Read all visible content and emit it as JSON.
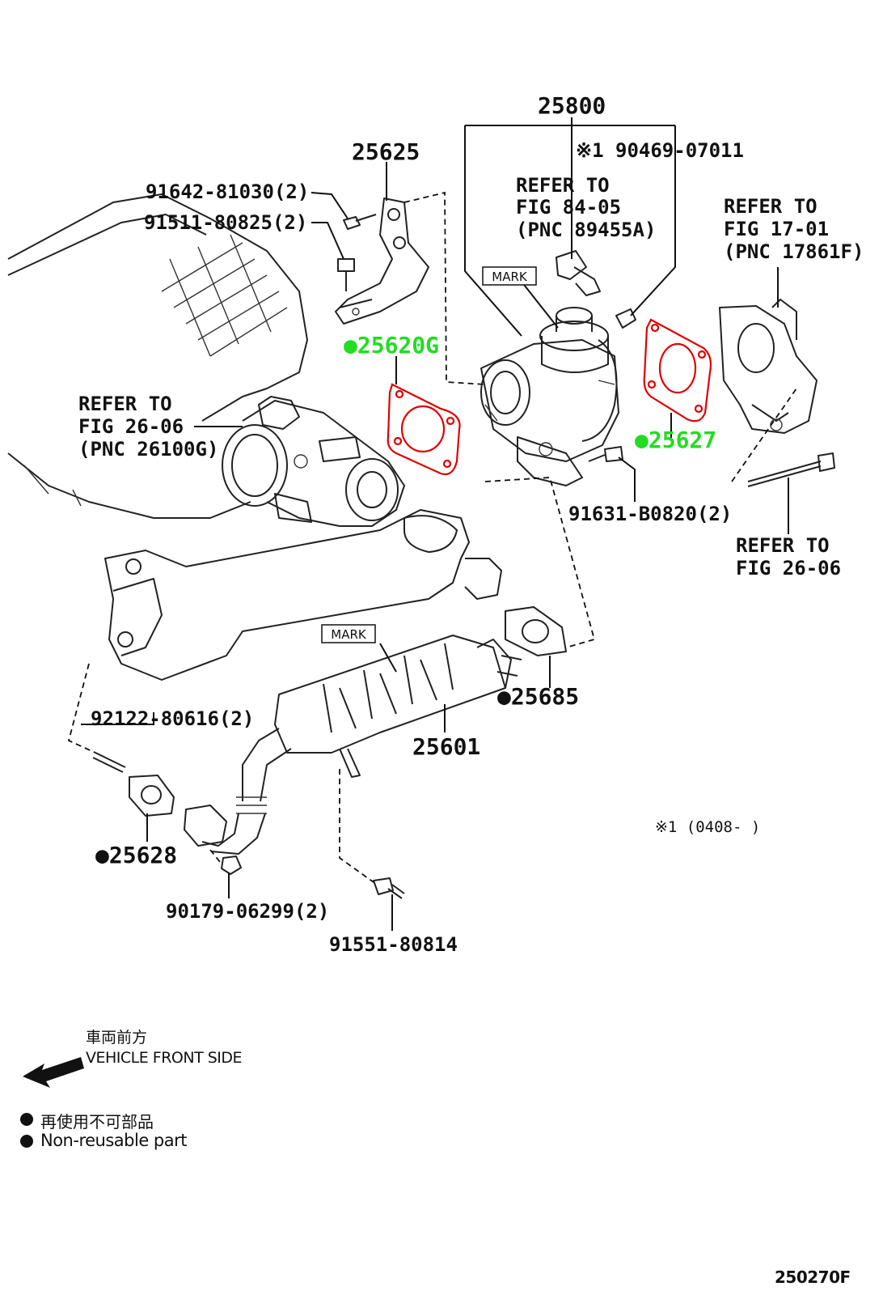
{
  "labels": {
    "p25800": "25800",
    "p25625": "25625",
    "p19046907011": "※1 90469-07011",
    "p9164281030": "91642-81030(2)",
    "p9151180825": "91511-80825(2)",
    "refer_84_05_l1": "REFER TO",
    "refer_84_05_l2": "FIG 84-05",
    "refer_84_05_l3": "(PNC 89455A)",
    "refer_17_01_l1": "REFER TO",
    "refer_17_01_l2": "FIG 17-01",
    "refer_17_01_l3": "(PNC 17861F)",
    "p25620g": "●25620G",
    "p25627": "●25627",
    "refer_26_06a_l1": "REFER TO",
    "refer_26_06a_l2": "FIG 26-06",
    "refer_26_06a_l3": "(PNC 26100G)",
    "p91631b0820": "91631-B0820(2)",
    "refer_26_06b_l1": "REFER TO",
    "refer_26_06b_l2": "FIG 26-06",
    "mark1": "MARK",
    "mark2": "MARK",
    "p25685": "●25685",
    "p9212280616": "92122-80616(2)",
    "p25601": "25601",
    "p25628": "●25628",
    "note1": "※1 (0408-     )",
    "p9017906299": "90179-06299(2)",
    "p9155180814": "91551-80814"
  },
  "legend": {
    "front_jp": "車両前方",
    "front_en": "VEHICLE FRONT SIDE",
    "nonreuse_jp": "再使用不可部品",
    "nonreuse_en": "Non-reusable part"
  },
  "figure_code": "250270F",
  "colors": {
    "highlight_label": "#22dd22",
    "highlight_gasket": "#e00000",
    "ink": "#111111"
  }
}
